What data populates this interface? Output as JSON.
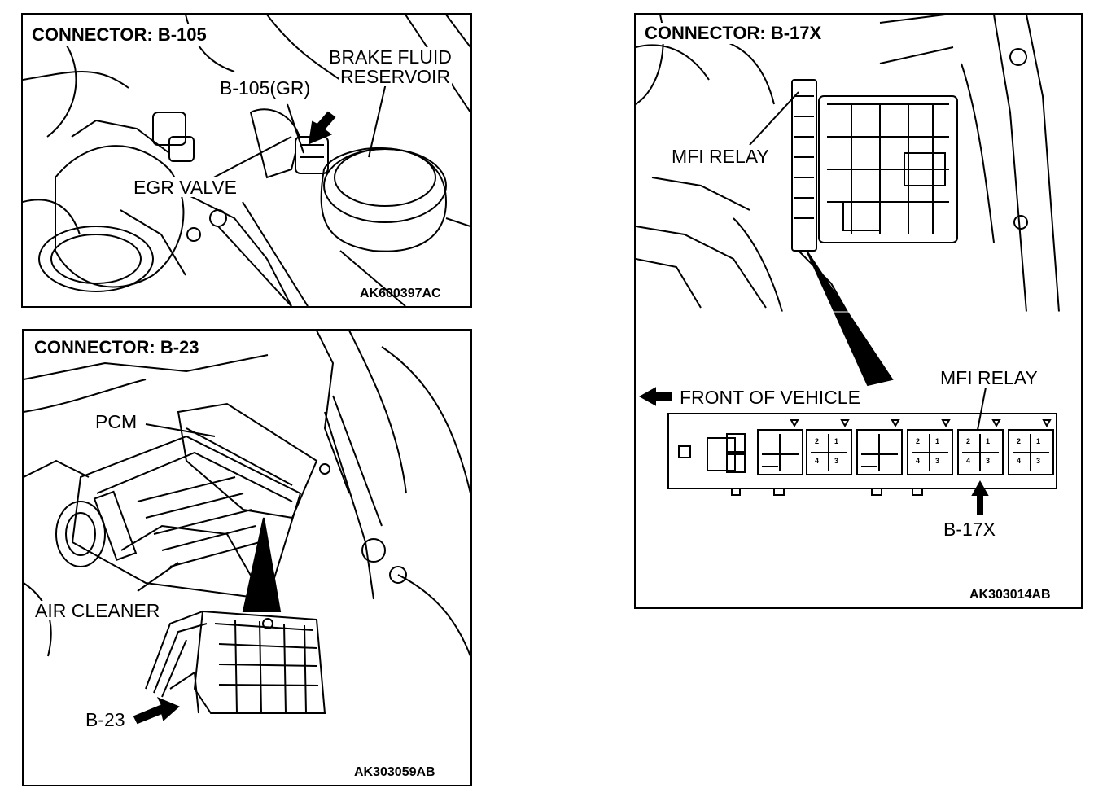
{
  "panels": {
    "b105": {
      "title": "CONNECTOR: B-105",
      "code": "AK600397AC",
      "labels": {
        "brake_fluid_1": "BRAKE FLUID",
        "brake_fluid_2": "RESERVOIR",
        "connector": "B-105(GR)",
        "egr_valve": "EGR VALVE"
      }
    },
    "b23": {
      "title": "CONNECTOR: B-23",
      "code": "AK303059AB",
      "labels": {
        "pcm": "PCM",
        "air_cleaner": "AIR CLEANER",
        "connector": "B-23"
      }
    },
    "b17x": {
      "title": "CONNECTOR: B-17X",
      "code": "AK303014AB",
      "labels": {
        "mfi_relay_top": "MFI RELAY",
        "mfi_relay_bottom": "MFI RELAY",
        "front_of_vehicle": "FRONT OF VEHICLE",
        "connector": "B-17X"
      },
      "relay_pins": [
        "2",
        "1",
        "4",
        "3"
      ]
    }
  }
}
